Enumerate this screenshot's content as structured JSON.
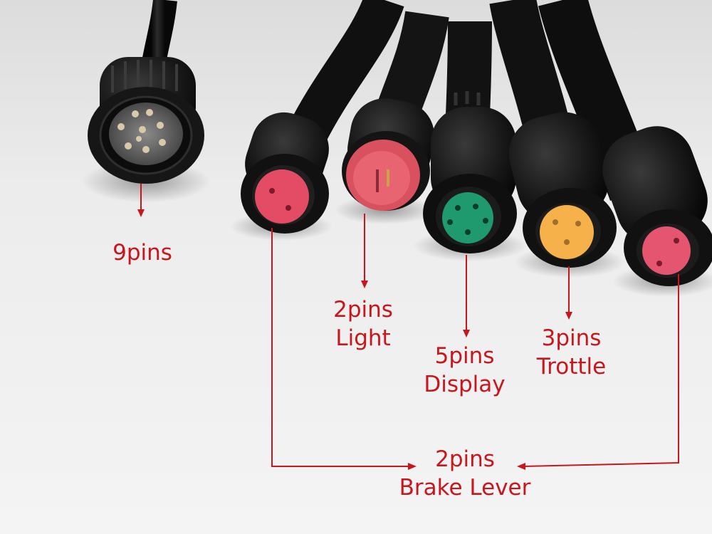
{
  "labels": {
    "nine_pin": {
      "line1": "9pins"
    },
    "light": {
      "line1": "2pins",
      "line2": "Light"
    },
    "display": {
      "line1": "5pins",
      "line2": "Display"
    },
    "throttle": {
      "line1": "3pins",
      "line2": "Trottle"
    },
    "brake": {
      "line1": "2pins",
      "line2": "Brake Lever"
    }
  },
  "colors": {
    "annotation": "#c8161d",
    "cable": "#141414",
    "connector_red": "#e0506a",
    "connector_green": "#1f9a6e",
    "connector_yellow": "#f4b24a",
    "connector_pink": "#e65570"
  },
  "connectors": [
    {
      "label": "9pins",
      "pins": 9,
      "face": "metal"
    },
    {
      "label": "2pins Brake Lever (left)",
      "pins": 2,
      "face": "red"
    },
    {
      "label": "2pins Light",
      "pins": 2,
      "face": "red"
    },
    {
      "label": "5pins Display",
      "pins": 5,
      "face": "green"
    },
    {
      "label": "3pins Trottle",
      "pins": 3,
      "face": "yellow"
    },
    {
      "label": "2pins Brake Lever (right)",
      "pins": 2,
      "face": "pink"
    }
  ]
}
